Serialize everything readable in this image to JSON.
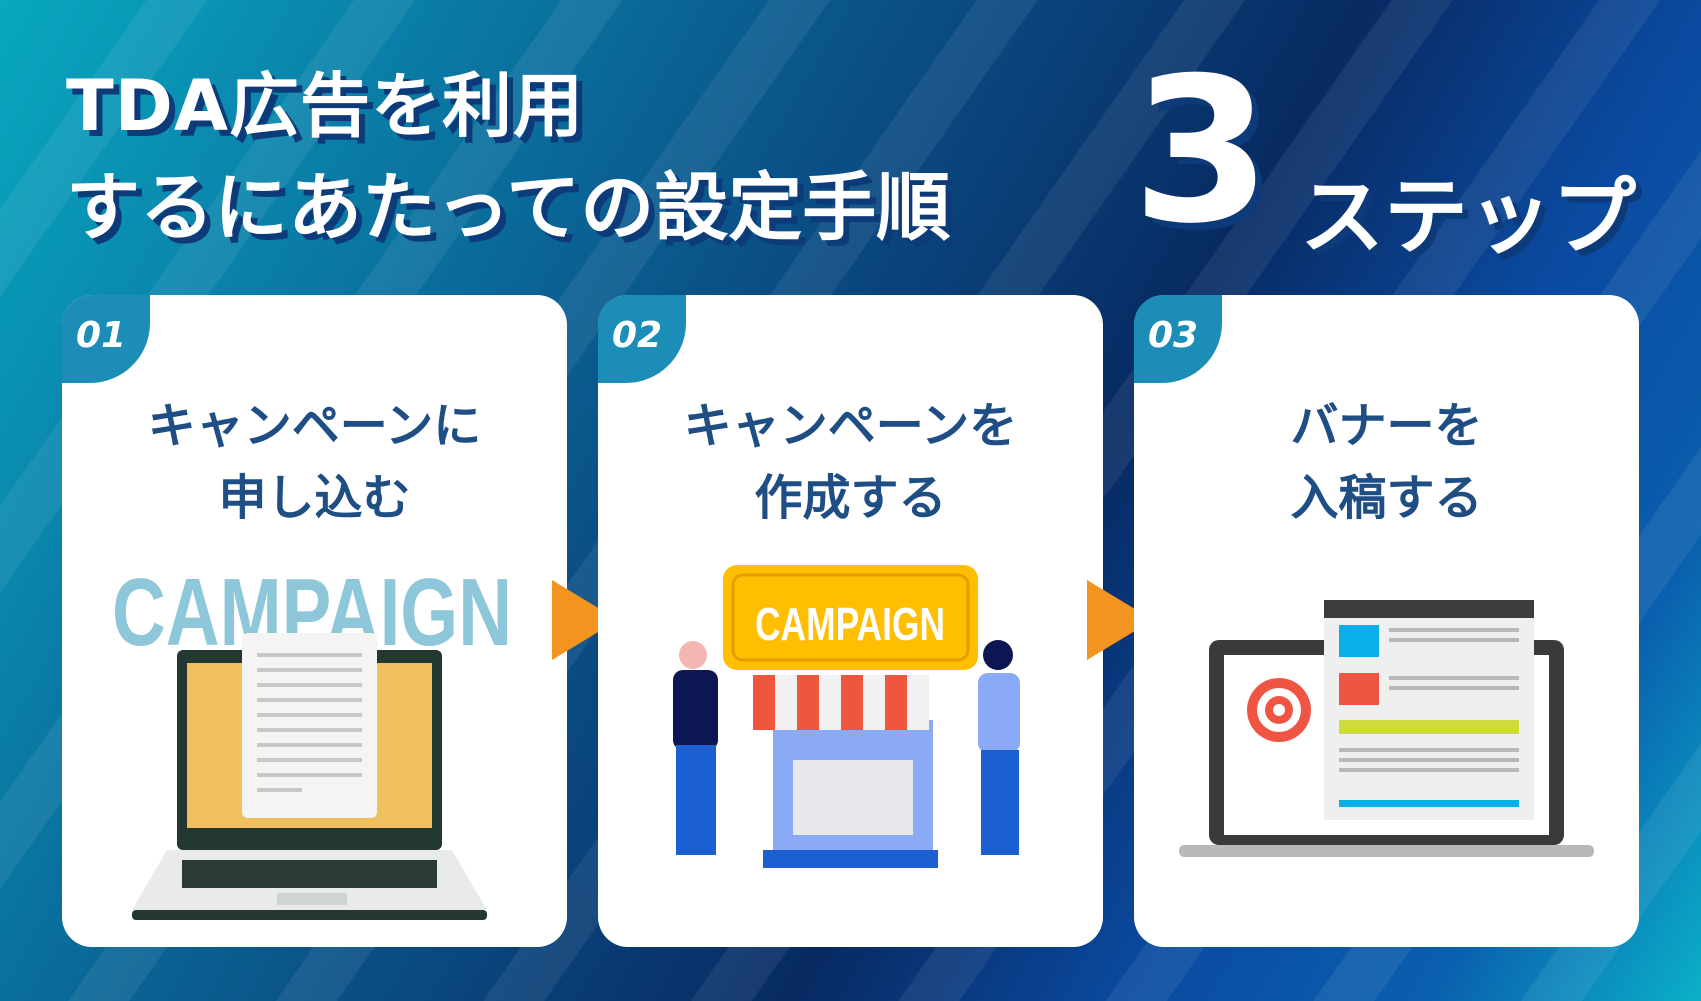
{
  "title": {
    "line1": "TDA広告を利用",
    "line2": "するにあたっての設定手順",
    "number": "3",
    "suffix": "ステップ"
  },
  "steps": [
    {
      "number": "01",
      "heading_line1": "キャンペーンに",
      "heading_line2": "申し込む",
      "illustration_text": "CAMPAIGN"
    },
    {
      "number": "02",
      "heading_line1": "キャンペーンを",
      "heading_line2": "作成する",
      "illustration_text": "CAMPAIGN"
    },
    {
      "number": "03",
      "heading_line1": "バナーを",
      "heading_line2": "入稿する"
    }
  ],
  "colors": {
    "accent": "#1c8db7",
    "heading": "#1f4e85",
    "arrow": "#f39320"
  }
}
